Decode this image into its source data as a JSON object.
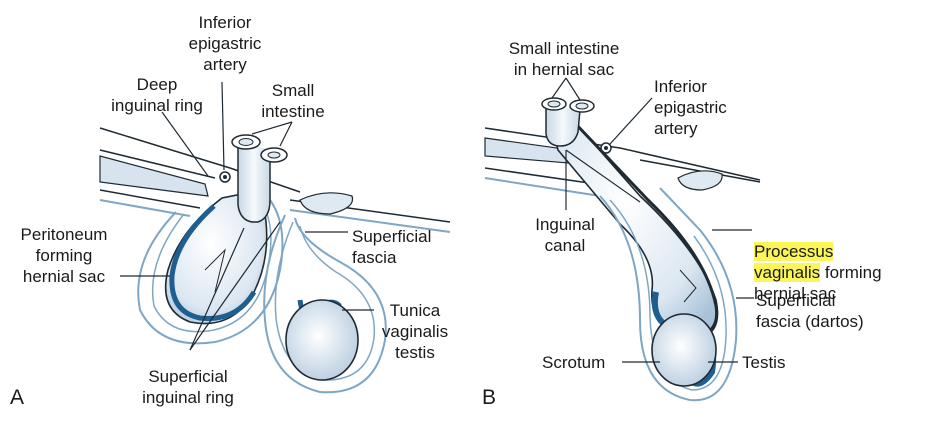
{
  "panel_a": {
    "letter": "A",
    "labels": {
      "inferior_epigastric_artery": "Inferior\nepigastric\nartery",
      "deep_inguinal_ring": "Deep\ninguinal ring",
      "small_intestine": "Small\nintestine",
      "peritoneum_forming_hernial_sac": "Peritoneum\nforming\nhernial sac",
      "superficial_fascia": "Superficial\nfascia",
      "tunica_vaginalis_testis": "Tunica\nvaginalis\ntestis",
      "superficial_inguinal_ring": "Superficial\ninguinal ring"
    }
  },
  "panel_b": {
    "letter": "B",
    "labels": {
      "small_intestine_in_hernial_sac": "Small intestine\nin hernial sac",
      "inferior_epigastric_artery": "Inferior\nepigastric\nartery",
      "inguinal_canal": "Inguinal\ncanal",
      "processus_vaginalis_line1": "Processus",
      "processus_vaginalis_line2": "vaginalis",
      "forming": " forming",
      "hernial_sac": "hernial sac",
      "superficial_fascia_dartos": "Superficial\nfascia (dartos)",
      "scrotum": "Scrotum",
      "testis": "Testis"
    }
  },
  "colors": {
    "stroke": "#1f2a33",
    "blue_dark": "#1f5f8f",
    "blue_light": "#dfe9f2",
    "fascia": "#7fa6c4",
    "highlight": "#fbf55a"
  }
}
